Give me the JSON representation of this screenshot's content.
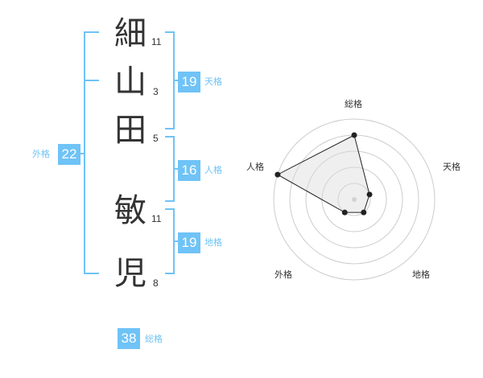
{
  "name_chars": [
    {
      "char": "細",
      "strokes": "11"
    },
    {
      "char": "山",
      "strokes": "3"
    },
    {
      "char": "田",
      "strokes": "5"
    },
    {
      "char": "敏",
      "strokes": "11"
    },
    {
      "char": "児",
      "strokes": "8"
    }
  ],
  "fortunes": {
    "tenkaku": {
      "value": "19",
      "label": "天格"
    },
    "jinkaku": {
      "value": "16",
      "label": "人格"
    },
    "chikaku": {
      "value": "19",
      "label": "地格"
    },
    "gaikaku": {
      "value": "22",
      "label": "外格"
    },
    "soukaku": {
      "value": "38",
      "label": "総格"
    }
  },
  "colors": {
    "accent": "#6fc3f7",
    "text": "#333333",
    "grid": "#cccccc",
    "fill": "#eeeeee"
  },
  "chart_data": {
    "type": "radar",
    "axes": [
      "総格",
      "天格",
      "地格",
      "外格",
      "人格"
    ],
    "levels": 5,
    "max": 5,
    "values": [
      4,
      1,
      1,
      1,
      5
    ]
  }
}
